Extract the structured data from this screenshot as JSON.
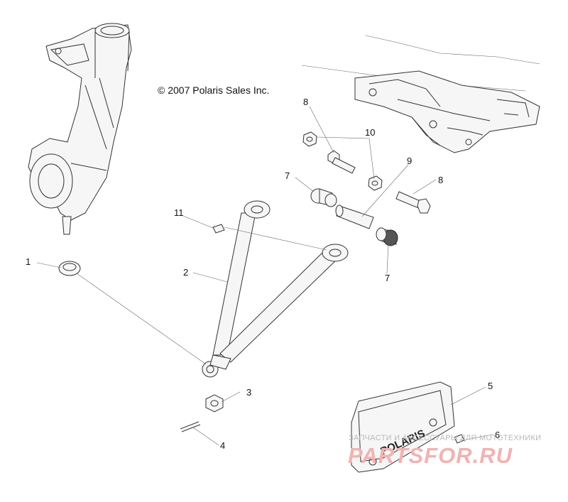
{
  "copyright": "© 2007 Polaris Sales Inc.",
  "cover_brand": "POLARIS",
  "watermark": {
    "caption": "ЗАПЧАСТИ И АКСЕССУАРЫ ДЛЯ МОТОТЕХНИКИ",
    "logo": "PARTSFOR.RU"
  },
  "callouts": {
    "c1": "1",
    "c2": "2",
    "c3": "3",
    "c4": "4",
    "c5": "5",
    "c6": "6",
    "c7a": "7",
    "c7b": "7",
    "c8a": "8",
    "c8b": "8",
    "c9": "9",
    "c10": "10",
    "c11": "11"
  }
}
